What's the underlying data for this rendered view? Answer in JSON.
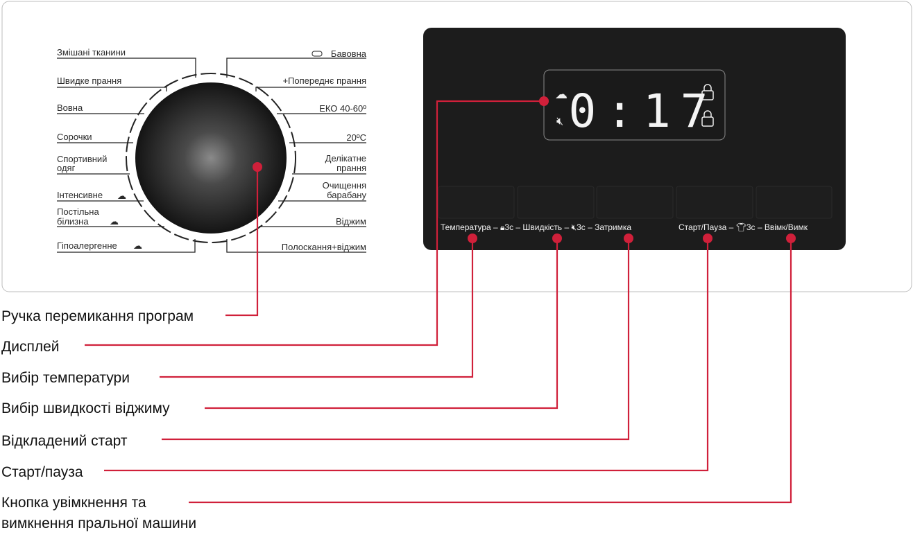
{
  "dial": {
    "left": [
      "Змішані тканини",
      "Швидке прання",
      "Вовна",
      "Сорочки",
      "Спортивний",
      "одяг",
      "Інтенсивне",
      "Постільна",
      "білизна",
      "Гіпоалергенне"
    ],
    "right": [
      "Бавовна",
      "+Попереднє прання",
      "ЕКО 40-60º",
      "20ºC",
      "Делікатне",
      "прання",
      "Очищення",
      "барабану",
      "Віджим",
      "Полоскання+віджим"
    ]
  },
  "display": {
    "time": "0:17",
    "icons": [
      "steam-icon",
      "mute-icon",
      "child-lock-icon",
      "door-lock-icon"
    ]
  },
  "buttons": {
    "row_left": "Температура –",
    "s1": "3с – Швидкість –",
    "s2": "3с – Затримка",
    "row_right": "Старт/Пауза –",
    "s3": "3с – Ввімк/Вимк"
  },
  "callouts": {
    "knob": "Ручка перемикання програм",
    "display": "Дисплей",
    "temp": "Вибір температури",
    "speed": "Вибір швидкості віджиму",
    "delay": "Відкладений старт",
    "start": "Старт/пауза",
    "power1": "Кнопка увімкнення та",
    "power2": "вимкнення пральної машини"
  },
  "colors": {
    "accent": "#d0203a",
    "panel": "#1c1c1c"
  }
}
